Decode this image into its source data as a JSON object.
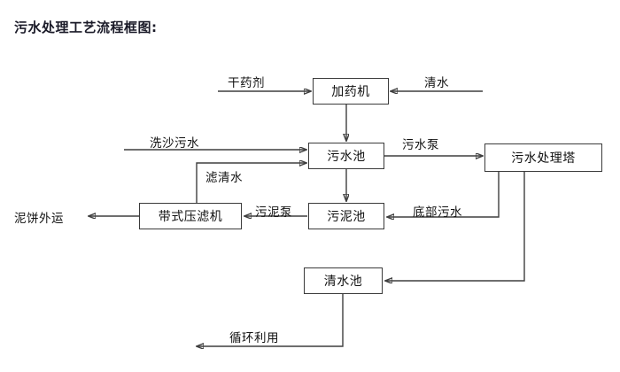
{
  "title": "污水处理工艺流程框图:",
  "nodes": {
    "dosing_machine": "加药机",
    "wastewater_pool": "污水池",
    "treatment_tower": "污水处理塔",
    "belt_filter_press": "带式压滤机",
    "sludge_pool": "污泥池",
    "clear_water_pool": "清水池"
  },
  "edge_labels": {
    "dry_chemical": "干药剂",
    "clean_water": "清水",
    "sand_wash_wastewater": "洗沙污水",
    "filtered_clear_water": "滤清水",
    "wastewater_pump": "污水泵",
    "sludge_pump": "污泥泵",
    "bottom_wastewater": "底部污水",
    "mud_cake_transport": "泥饼外运",
    "recycle_reuse": "循环利用"
  },
  "colors": {
    "line": "#3f3f3f",
    "box_border": "#3a3a3a",
    "text": "#111111",
    "title": "#1a1a28",
    "background": "#ffffff"
  }
}
